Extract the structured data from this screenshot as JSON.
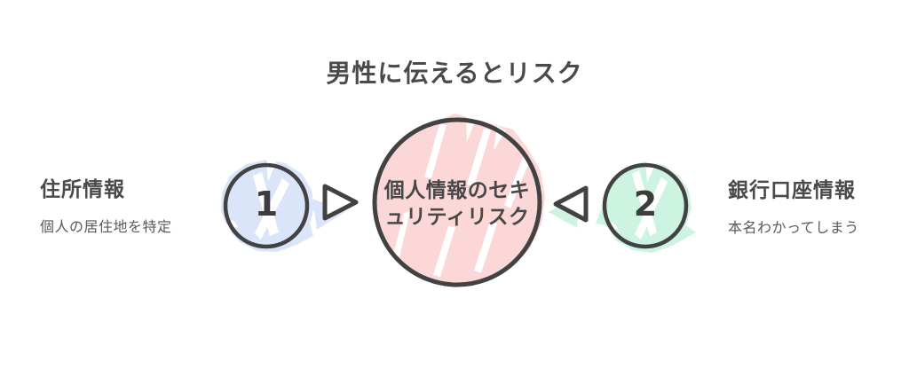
{
  "title": "男性に伝えるとリスク",
  "steps": {
    "left": {
      "number": "1",
      "heading": "住所情報",
      "description": "個人の居住地を特定",
      "fill_color": "#dbe5fa"
    },
    "right": {
      "number": "2",
      "heading": "銀行口座情報",
      "description": "本名わかってしまう",
      "fill_color": "#cdf4e0"
    }
  },
  "center": {
    "label": "個人情報のセキュリティリスク",
    "line1": "個人情報のセキ",
    "line2": "ュリティリスク",
    "fill_color": "#fcd7d7"
  },
  "colors": {
    "outline": "#424242",
    "title_text": "#4a4a4a",
    "body_text": "#595959",
    "blue_fill": "#dbe5fa",
    "pink_fill": "#fcd7d7",
    "green_fill": "#cdf4e0",
    "background": "#ffffff"
  }
}
